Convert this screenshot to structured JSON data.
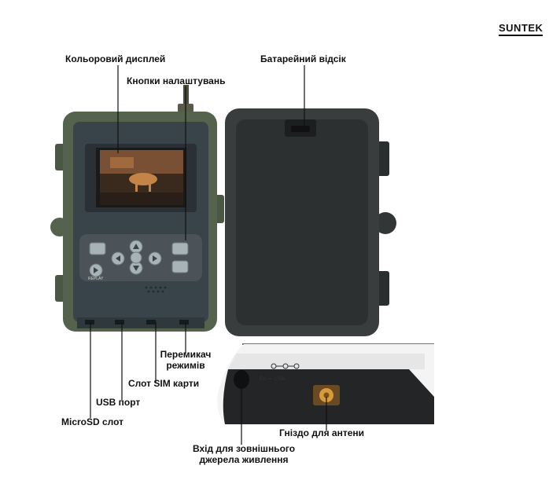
{
  "brand": "SUNTEK",
  "labels": {
    "display": "Кольоровий дисплей",
    "buttons": "Кнопки налаштувань",
    "battery": "Батарейний відсік",
    "mode_switch_1": "Перемикач",
    "mode_switch_2": "режимів",
    "sim_slot": "Слот SIM карти",
    "usb": "USB порт",
    "microsd": "MicroSD слот",
    "antenna": "Гніздо для антени",
    "power_1": "Вхід для зовнішнього",
    "power_2": "джерела живлення"
  },
  "device_markings": {
    "replay": "REPLAY",
    "power_rating": "6V ⎓ 1.5A"
  },
  "colors": {
    "housing": "#55624c",
    "faceplate": "#39444a",
    "lid": "#3a3d3e",
    "leader_line": "#111111"
  }
}
